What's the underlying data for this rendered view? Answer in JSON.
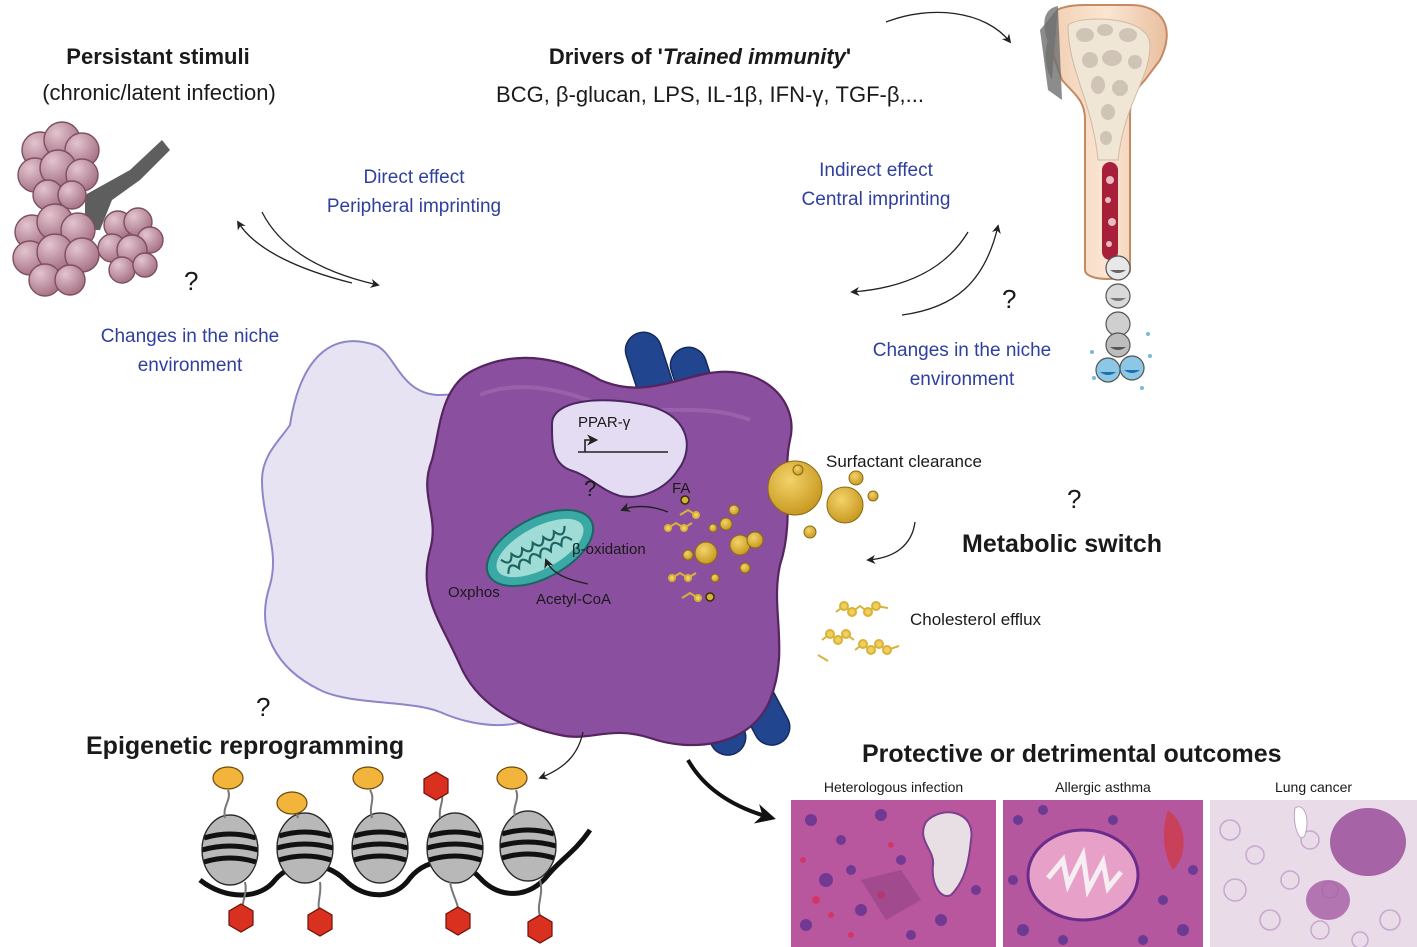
{
  "persistent_stimuli": {
    "title": "Persistant stimuli",
    "subtitle": "(chronic/latent infection)"
  },
  "drivers": {
    "title_prefix": "Drivers of '",
    "title_italic": "Trained immunity",
    "title_suffix": "'",
    "list": "BCG, β-glucan, LPS, IL-1β, IFN-γ, TGF-β,..."
  },
  "direct_effect": {
    "line1": "Direct effect",
    "line2": "Peripheral imprinting"
  },
  "indirect_effect": {
    "line1": "Indirect effect",
    "line2": "Central imprinting"
  },
  "niche_left": {
    "line1": "Changes in the niche",
    "line2": "environment"
  },
  "niche_right": {
    "line1": "Changes in the niche",
    "line2": "environment"
  },
  "question_mark": "?",
  "cell": {
    "ppar": "PPAR-γ",
    "fa": "FA",
    "beta_oxidation": "β-oxidation",
    "oxphos": "Oxphos",
    "acetyl_coa": "Acetyl-CoA"
  },
  "surfactant_clearance": "Surfactant clearance",
  "metabolic_switch": "Metabolic switch",
  "cholesterol_efflux": "Cholesterol efflux",
  "epigenetic": "Epigenetic reprogramming",
  "outcomes": {
    "title": "Protective or detrimental outcomes",
    "panels": [
      "Heterologous infection",
      "Allergic asthma",
      "Lung cancer"
    ]
  },
  "colors": {
    "label_blue": "#2f3f9e",
    "macrophage": "#8a4f9e",
    "mitochondrion": "#3aa9a6",
    "lipid": "#d9b23a",
    "receptor": "#21458f",
    "alveoli": "#c99aab",
    "histone": "#a6a6a6",
    "acetylation_mark": "#f2b43a",
    "methylation_mark": "#d9301f"
  }
}
